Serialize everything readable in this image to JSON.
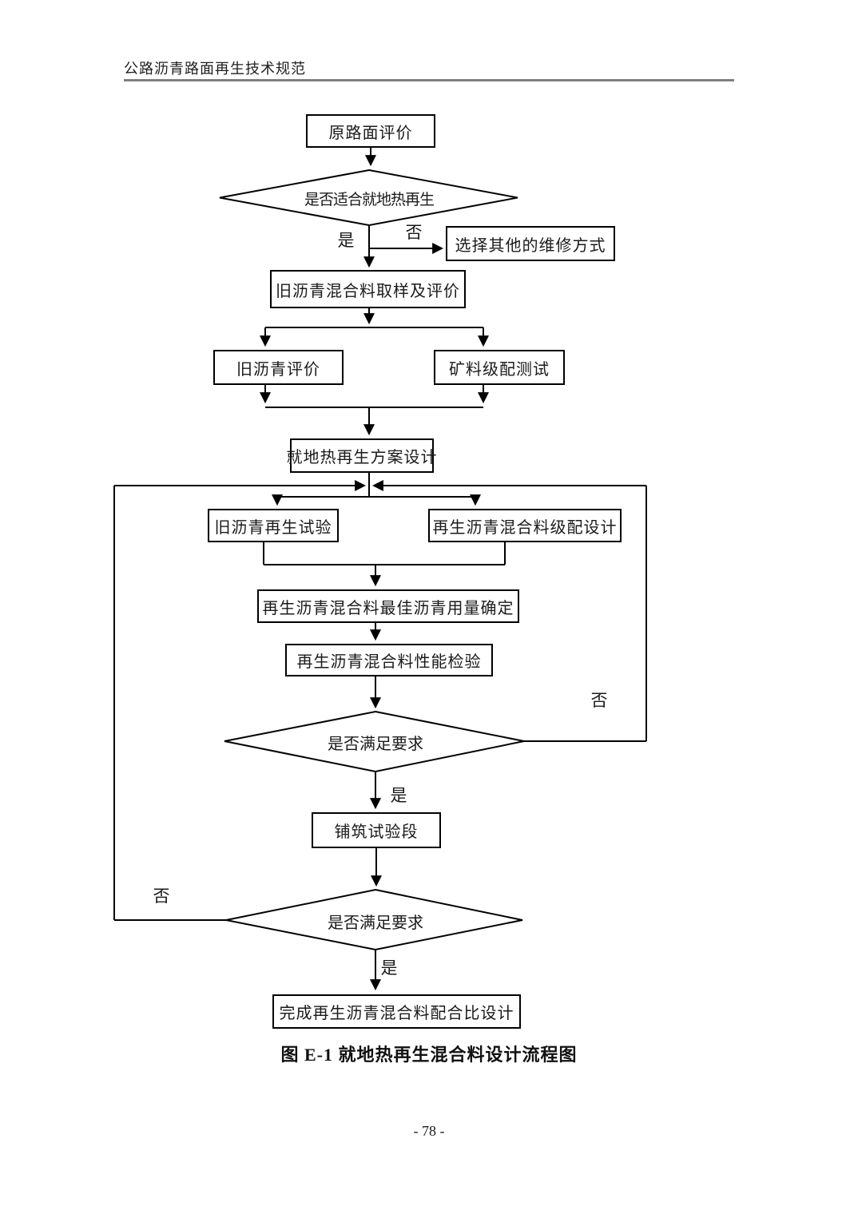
{
  "colors": {
    "background": "#ffffff",
    "line": "#000000",
    "text": "#1a1a1a",
    "header_rule": "#7f7f7f"
  },
  "header": {
    "title": "公路沥青路面再生技术规范"
  },
  "flowchart": {
    "nodes": {
      "original_pavement_evaluation": "原路面评价",
      "suitable_for_hot_in_place_recycling": "是否适合就地热再生",
      "choose_other_maintenance": "选择其他的维修方式",
      "old_mixture_sampling_evaluation": "旧沥青混合料取样及评价",
      "old_asphalt_evaluation": "旧沥青评价",
      "mineral_gradation_test": "矿料级配测试",
      "hir_scheme_design": "就地热再生方案设计",
      "old_asphalt_regeneration_test": "旧沥青再生试验",
      "recycled_mixture_gradation_design": "再生沥青混合料级配设计",
      "optimum_asphalt_content": "再生沥青混合料最佳沥青用量确定",
      "mixture_performance_test": "再生沥青混合料性能检验",
      "meet_requirements_mix": "是否满足要求",
      "pave_trial_section": "铺筑试验段",
      "meet_requirements_trial": "是否满足要求",
      "complete_mix_proportion_design": "完成再生沥青混合料配合比设计"
    },
    "branch_labels": {
      "suitability_yes": "是",
      "suitability_no": "否",
      "mix_check_no": "否",
      "mix_check_yes": "是",
      "trial_check_no": "否",
      "trial_check_yes": "是"
    }
  },
  "caption": {
    "figure_label": "图 E-1  就地热再生混合料设计流程图"
  },
  "footer": {
    "page_number": "- 78 -"
  }
}
